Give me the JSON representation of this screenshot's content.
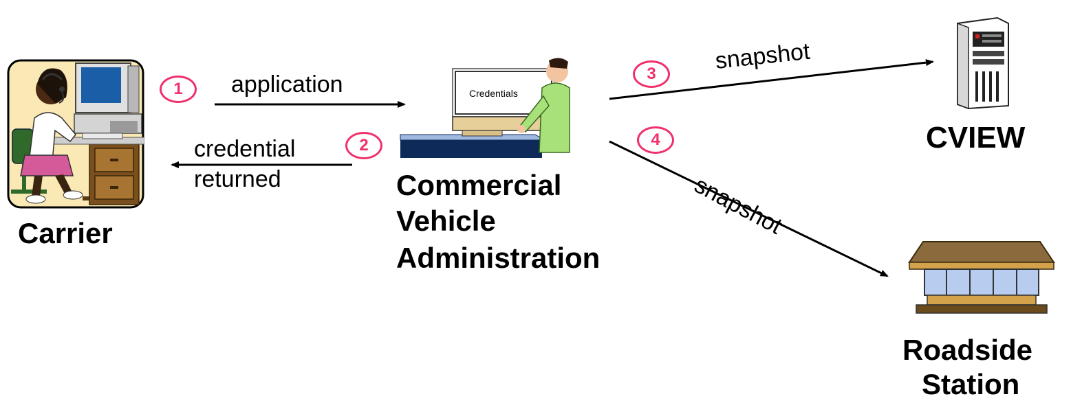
{
  "nodes": {
    "carrier": {
      "label": "Carrier"
    },
    "cva": {
      "line1": "Commercial",
      "line2": "Vehicle",
      "line3": "Administration",
      "screen_text": "Credentials"
    },
    "cview": {
      "label": "CVIEW"
    },
    "roadside": {
      "line1": "Roadside",
      "line2": "Station"
    }
  },
  "steps": [
    "1",
    "2",
    "3",
    "4"
  ],
  "edges": {
    "application": "application",
    "credential_line1": "credential",
    "credential_line2": "returned",
    "snapshot_cview": "snapshot",
    "snapshot_roadside": "snapshot"
  },
  "colors": {
    "step": "#f0306a",
    "arrow": "#000000"
  }
}
